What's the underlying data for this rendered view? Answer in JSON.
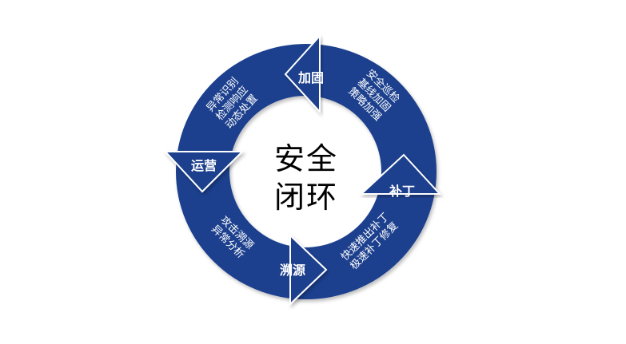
{
  "colors": {
    "ring": "#1b3f8e",
    "text": "#ffffff",
    "center_text": "#000000"
  },
  "center": {
    "line1": "安全",
    "line2": "闭环"
  },
  "stages": [
    {
      "label": "加固",
      "lines": [
        "安全巡检",
        "基线加固",
        "策略加强"
      ]
    },
    {
      "label": "运营",
      "lines": [
        "异常识别",
        "检测响应",
        "动态处置"
      ]
    },
    {
      "label": "溯源",
      "lines": [
        "攻击溯源",
        "异常分析"
      ]
    },
    {
      "label": "补丁",
      "lines": [
        "快速推出补丁",
        "极速补丁修复"
      ]
    }
  ]
}
